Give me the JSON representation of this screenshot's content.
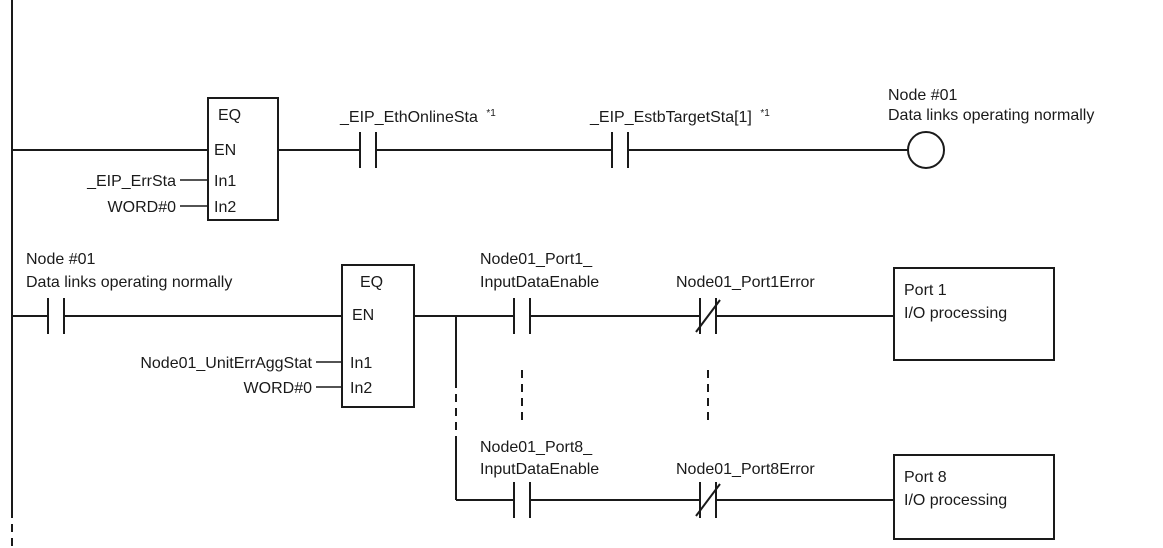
{
  "rung1": {
    "fb_name": "EQ",
    "pin_en": "EN",
    "pin_in1": "In1",
    "pin_in2": "In2",
    "in1_var": "_EIP_ErrSta",
    "in2_const": "WORD#0",
    "contact1": {
      "label": "_EIP_EthOnlineSta",
      "note": "*1"
    },
    "contact2": {
      "label": "_EIP_EstbTargetSta[1]",
      "note": "*1"
    },
    "coil": {
      "line1": "Node #01",
      "line2": "Data links operating normally"
    }
  },
  "rung2": {
    "contact": {
      "line1": "Node #01",
      "line2": "Data links operating normally"
    },
    "fb_name": "EQ",
    "pin_en": "EN",
    "pin_in1": "In1",
    "pin_in2": "In2",
    "in1_var": "Node01_UnitErrAggStat",
    "in2_const": "WORD#0",
    "branches": [
      {
        "enable_line1": "Node01_Port1_",
        "enable_line2": "InputDataEnable",
        "error_label": "Node01_Port1Error",
        "box_line1": "Port 1",
        "box_line2": "I/O processing"
      },
      {
        "enable_line1": "Node01_Port8_",
        "enable_line2": "InputDataEnable",
        "error_label": "Node01_Port8Error",
        "box_line1": "Port 8",
        "box_line2": "I/O processing"
      }
    ]
  }
}
